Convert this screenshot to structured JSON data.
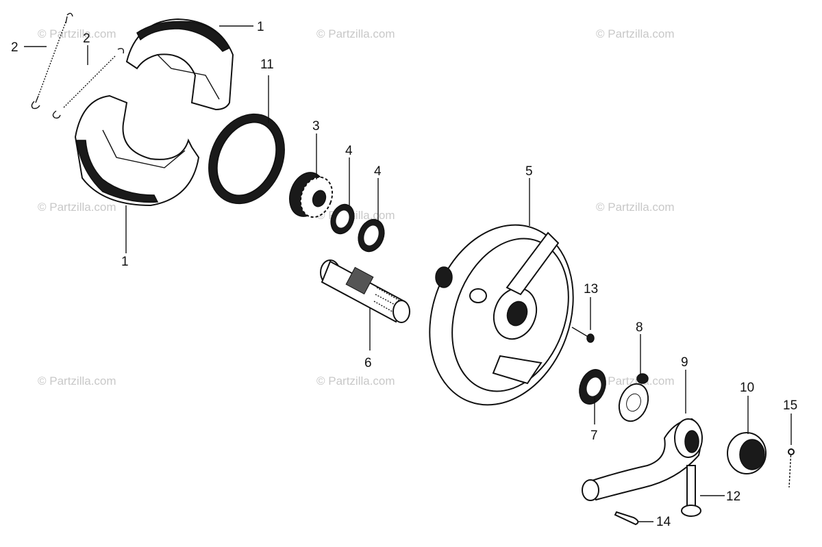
{
  "watermarks": [
    "© Partzilla.com",
    "© Partzilla.com",
    "© Partzilla.com",
    "© Partzilla.com",
    "© Partzilla.com",
    "© Partzilla.com",
    "© Partzilla.com",
    "© Partzilla.com",
    "© Partzilla.com"
  ],
  "callouts": {
    "shoe_top": "1",
    "shoe_bottom": "1",
    "spring_left": "2",
    "spring_right": "2",
    "gear": "3",
    "washer_a": "4",
    "washer_b": "4",
    "brake_panel": "5",
    "cam_shaft": "6",
    "indicator_plate": "7",
    "felt_seal": "8",
    "brake_arm": "9",
    "nut": "10",
    "dust_seal": "11",
    "arm_bolt": "12",
    "screw": "13",
    "cotter_pin_small": "14",
    "cotter_pin": "15"
  }
}
